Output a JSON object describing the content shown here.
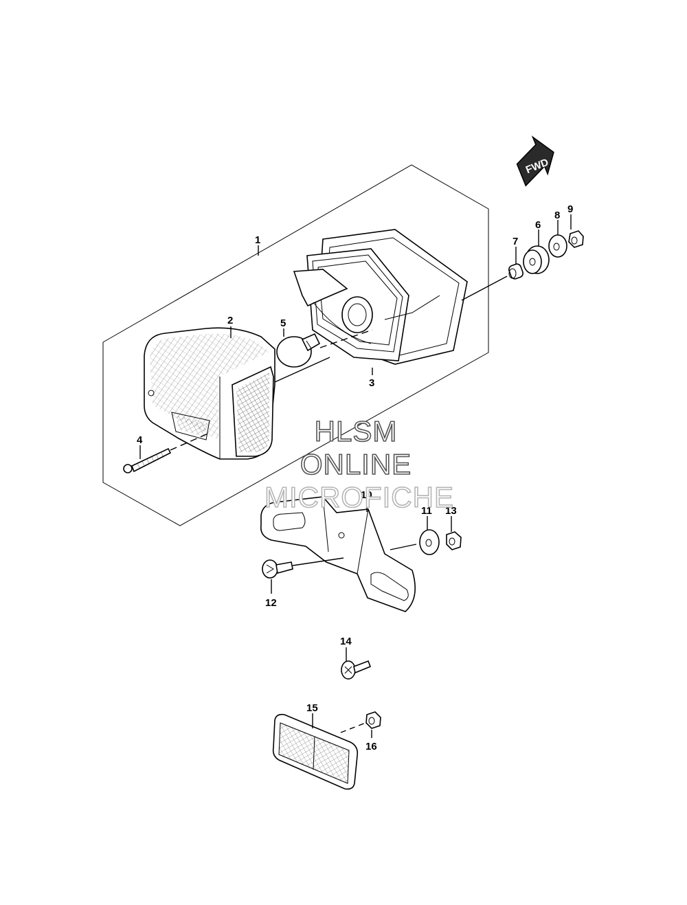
{
  "fwd_badge": "FWD",
  "callouts": {
    "c1": "1",
    "c2": "2",
    "c3": "3",
    "c4": "4",
    "c5": "5",
    "c6": "6",
    "c7": "7",
    "c8": "8",
    "c9": "9",
    "c10": "10",
    "c11": "11",
    "c12": "12",
    "c13": "13",
    "c14": "14",
    "c15": "15",
    "c16": "16"
  },
  "watermark": {
    "line1": "HLSM",
    "line2": "ONLINE",
    "line3": "MICROFICHE"
  }
}
